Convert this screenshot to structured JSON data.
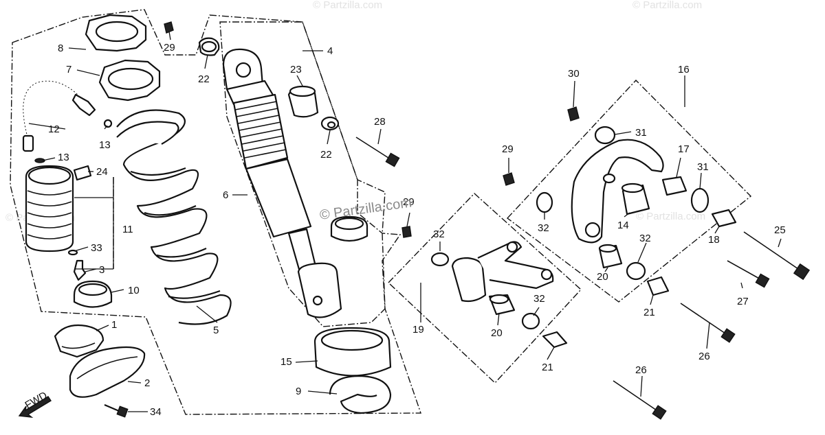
{
  "watermark": "© Partzilla.com",
  "fwd_arrow": {
    "label": "FWD"
  },
  "callouts": [
    {
      "id": "c1",
      "text": "1"
    },
    {
      "id": "c2",
      "text": "2"
    },
    {
      "id": "c3",
      "text": "3"
    },
    {
      "id": "c4",
      "text": "4"
    },
    {
      "id": "c5",
      "text": "5"
    },
    {
      "id": "c6",
      "text": "6"
    },
    {
      "id": "c7",
      "text": "7"
    },
    {
      "id": "c8",
      "text": "8"
    },
    {
      "id": "c9",
      "text": "9"
    },
    {
      "id": "c10",
      "text": "10"
    },
    {
      "id": "c11",
      "text": "11"
    },
    {
      "id": "c12",
      "text": "12"
    },
    {
      "id": "c13a",
      "text": "13"
    },
    {
      "id": "c13b",
      "text": "13"
    },
    {
      "id": "c14",
      "text": "14"
    },
    {
      "id": "c15",
      "text": "15"
    },
    {
      "id": "c16",
      "text": "16"
    },
    {
      "id": "c17",
      "text": "17"
    },
    {
      "id": "c18",
      "text": "18"
    },
    {
      "id": "c19",
      "text": "19"
    },
    {
      "id": "c20a",
      "text": "20"
    },
    {
      "id": "c20b",
      "text": "20"
    },
    {
      "id": "c21a",
      "text": "21"
    },
    {
      "id": "c21b",
      "text": "21"
    },
    {
      "id": "c22a",
      "text": "22"
    },
    {
      "id": "c22b",
      "text": "22"
    },
    {
      "id": "c23",
      "text": "23"
    },
    {
      "id": "c24",
      "text": "24"
    },
    {
      "id": "c25",
      "text": "25"
    },
    {
      "id": "c26a",
      "text": "26"
    },
    {
      "id": "c26b",
      "text": "26"
    },
    {
      "id": "c27",
      "text": "27"
    },
    {
      "id": "c28",
      "text": "28"
    },
    {
      "id": "c29a",
      "text": "29"
    },
    {
      "id": "c29b",
      "text": "29"
    },
    {
      "id": "c29c",
      "text": "29"
    },
    {
      "id": "c30",
      "text": "30"
    },
    {
      "id": "c31a",
      "text": "31"
    },
    {
      "id": "c31b",
      "text": "31"
    },
    {
      "id": "c32a",
      "text": "32"
    },
    {
      "id": "c32b",
      "text": "32"
    },
    {
      "id": "c32c",
      "text": "32"
    },
    {
      "id": "c32d",
      "text": "32"
    },
    {
      "id": "c33",
      "text": "33"
    },
    {
      "id": "c34",
      "text": "34"
    }
  ]
}
